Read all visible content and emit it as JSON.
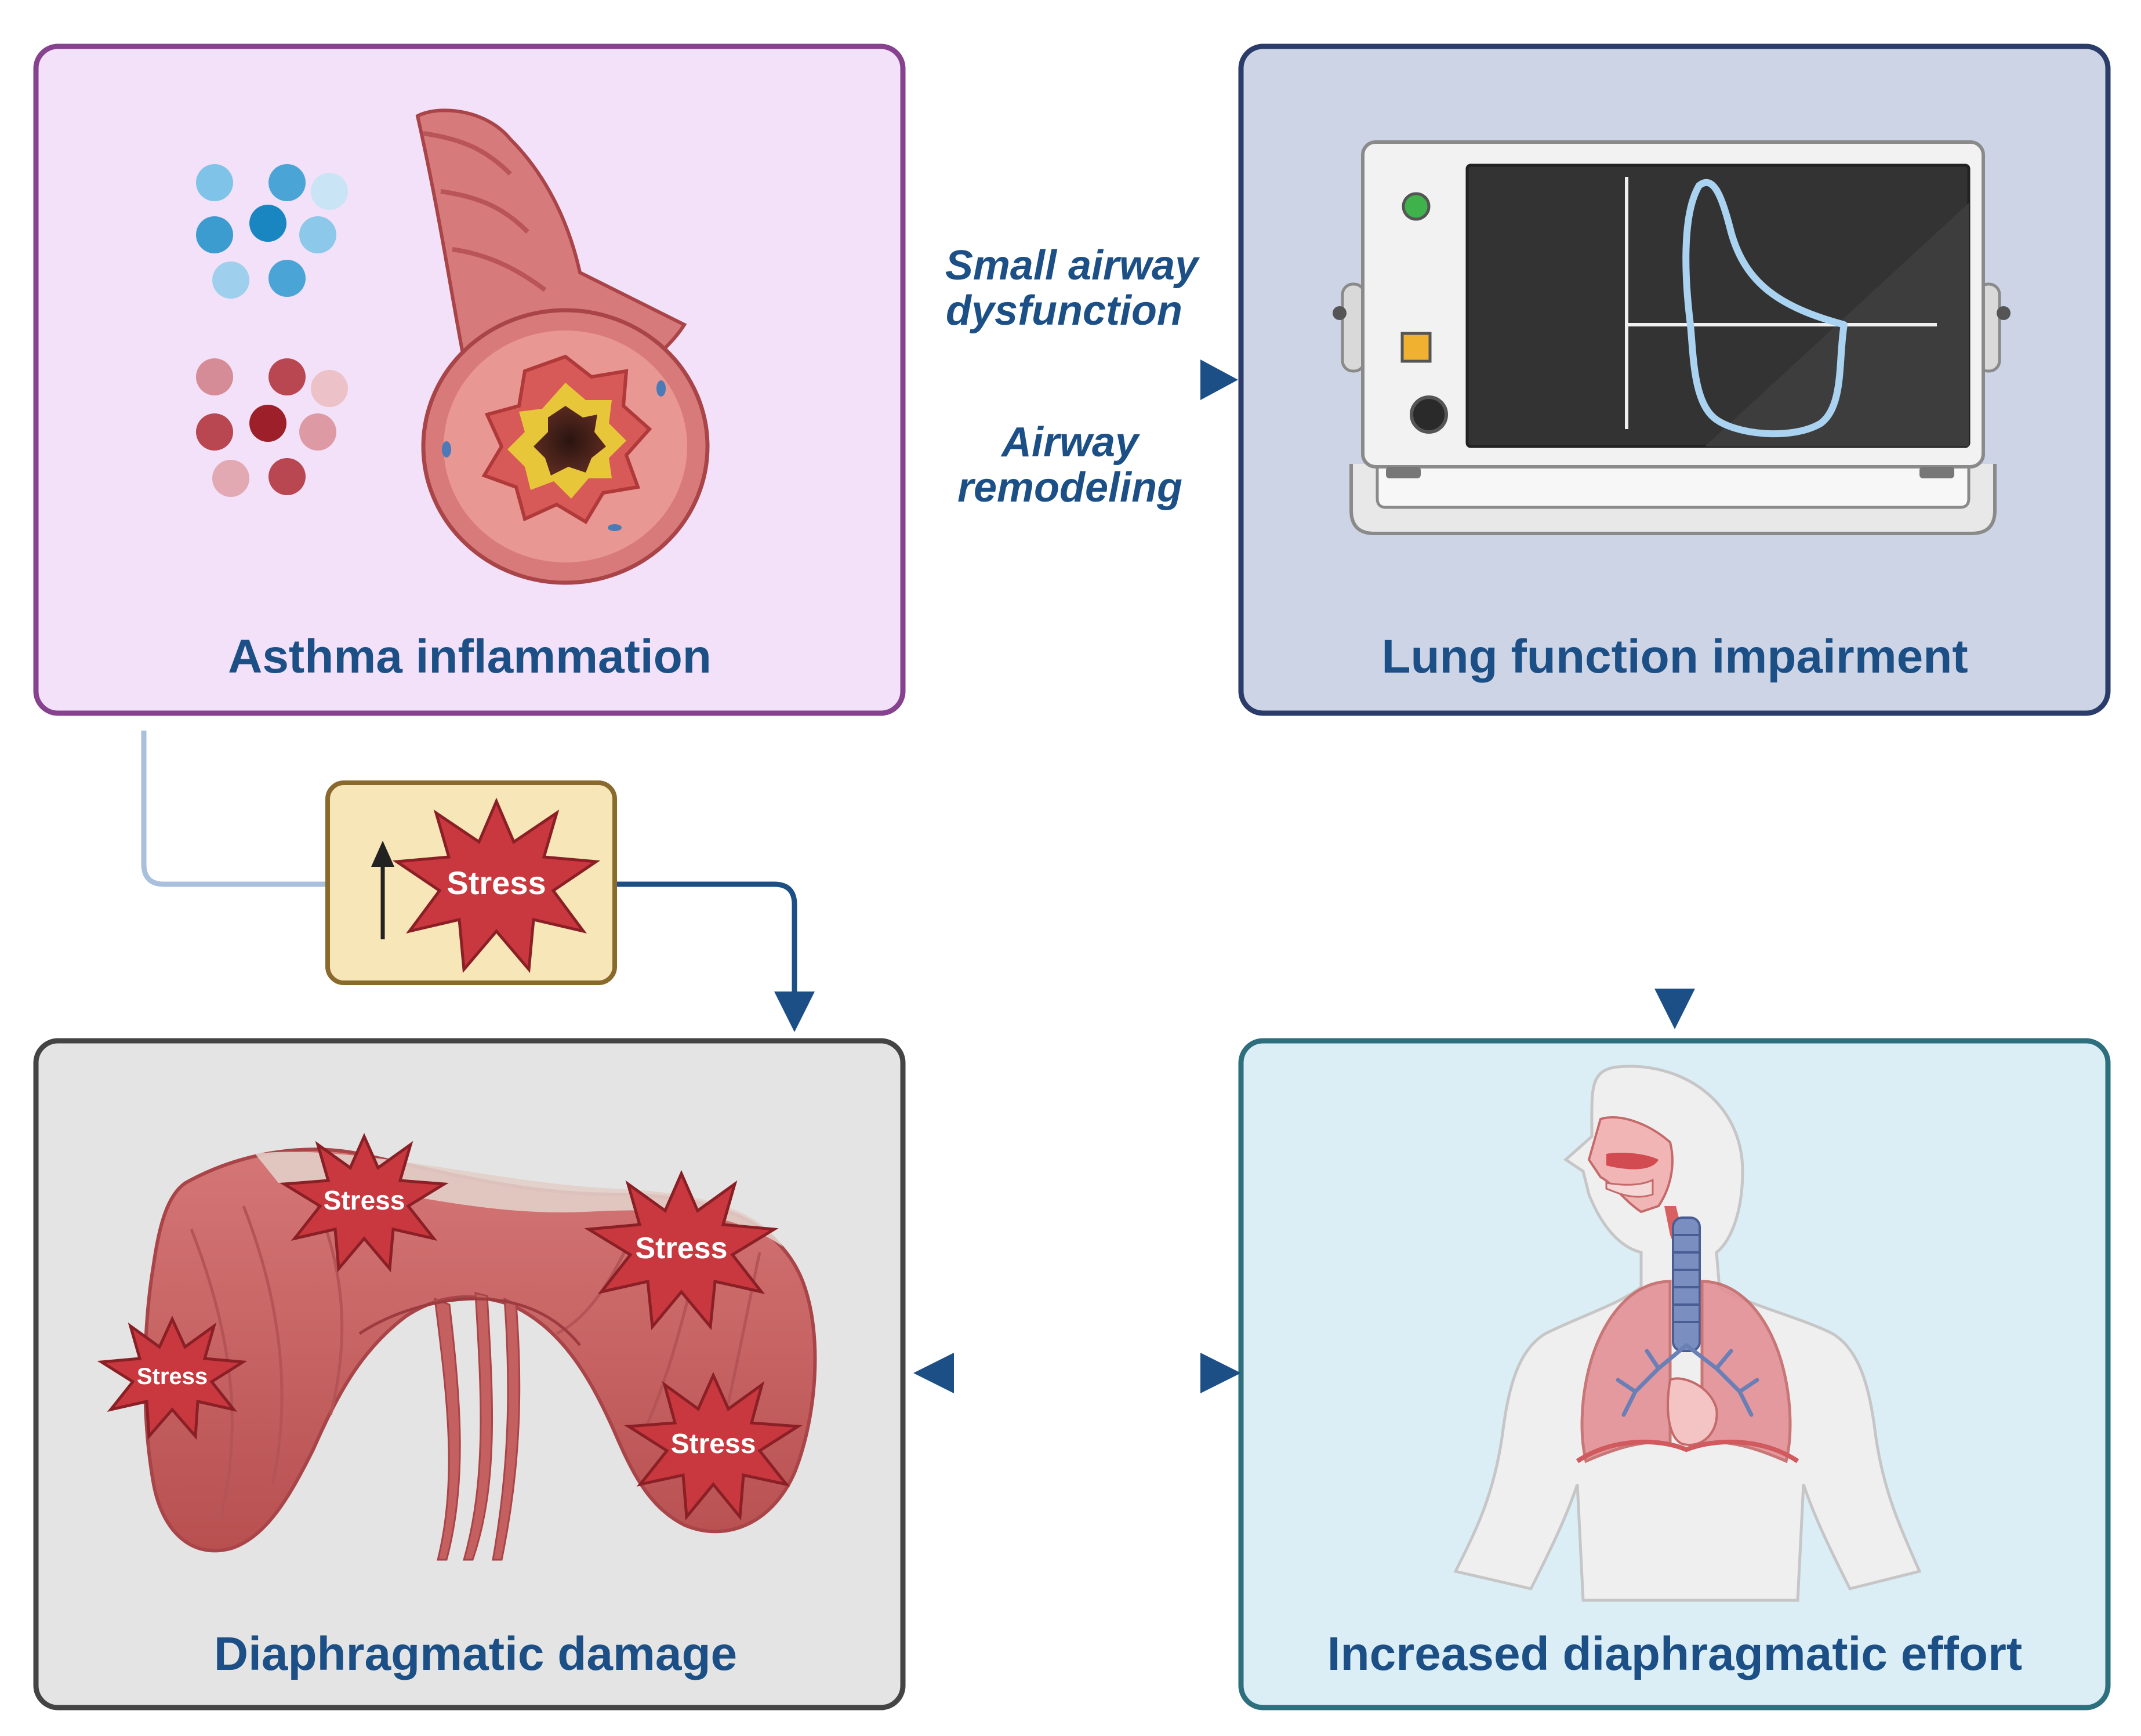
{
  "panels": {
    "asthma": {
      "title": "Asthma inflammation"
    },
    "lung": {
      "title": "Lung function impairment"
    },
    "damage": {
      "title": "Diaphragmatic damage"
    },
    "effort": {
      "title": "Increased diaphragmatic effort"
    }
  },
  "arrow_labels": {
    "small_airway": [
      "Small airway",
      "dysfunction"
    ],
    "remodeling": [
      "Airway",
      "remodeling"
    ]
  },
  "stress_box": {
    "label": "Stress"
  },
  "stress_stars": [
    "Stress",
    "Stress",
    "Stress",
    "Stress"
  ],
  "colors": {
    "navy": "#1b4f86",
    "asthma_fill": "#f2e1f8",
    "asthma_border": "#86418f",
    "lung_fill": "#cdd4e6",
    "lung_border": "#2b3c6a",
    "damage_fill": "#e4e4e4",
    "damage_border": "#444444",
    "effort_fill": "#dbeef6",
    "effort_border": "#2e6f7e",
    "stress_box_fill": "#f6e6b8",
    "stress_box_border": "#8a6a2c",
    "star_red": "#c8383e"
  },
  "icons": [
    "airway-cross-section-icon",
    "immune-cells-icon",
    "spirometer-icon",
    "flow-volume-loop-icon",
    "diaphragm-icon",
    "human-torso-lungs-icon",
    "up-arrow-icon",
    "stress-star-icon"
  ]
}
